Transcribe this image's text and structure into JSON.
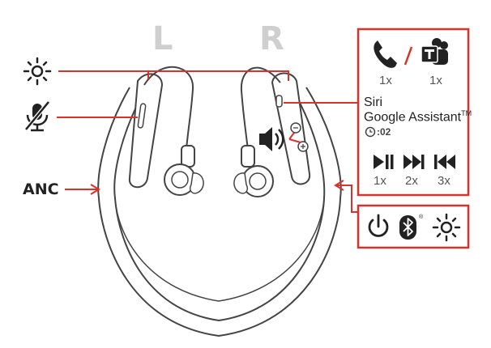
{
  "sides": {
    "left": "L",
    "right": "R"
  },
  "anc_label": "ANC",
  "call": {
    "count_phone": "1x",
    "count_teams": "1x"
  },
  "voice_assistant": {
    "line1": "Siri",
    "line2": "Google Assistant",
    "trademark": "TM",
    "timer": ":02"
  },
  "playback": {
    "play_pause_count": "1x",
    "next_count": "2x",
    "previous_count": "3x"
  },
  "bluetooth_registered": "®",
  "colors": {
    "accent_red": "#d9322b",
    "line_gray": "#444444",
    "letter_gray": "#cfcfcf"
  },
  "icons": [
    "light-icon",
    "mute-icon",
    "volume-icon",
    "phone-icon",
    "teams-icon",
    "play-pause-icon",
    "next-track-icon",
    "previous-track-icon",
    "power-icon",
    "bluetooth-icon",
    "clock-icon"
  ]
}
